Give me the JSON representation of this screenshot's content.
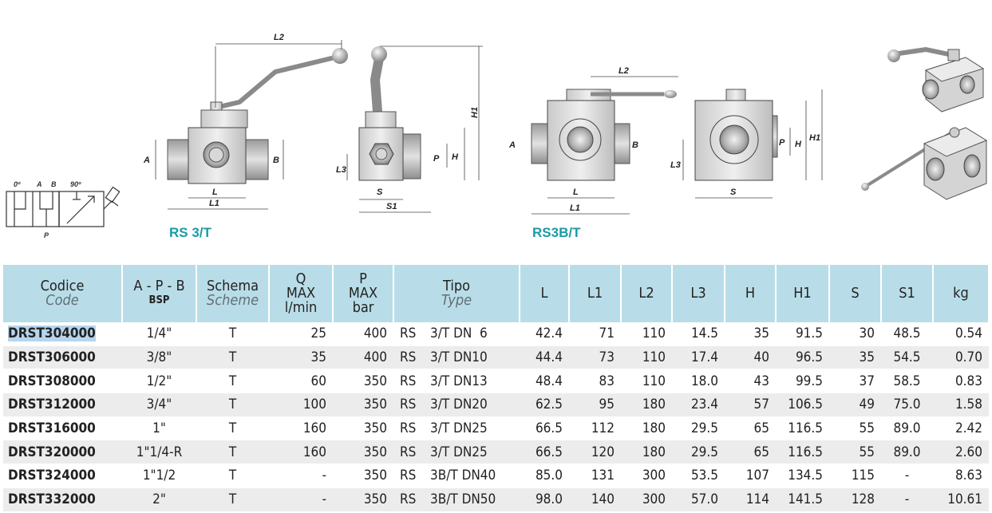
{
  "drawings": {
    "captions": {
      "rs3t": "RS 3/T",
      "rs3bt": "RS3B/T"
    },
    "schematic_labels": {
      "deg0": "0º",
      "a": "A",
      "b": "B",
      "deg90": "90º",
      "p": "P"
    },
    "dimension_labels": {
      "l": "L",
      "l1": "L1",
      "l2": "L2",
      "l3": "L3",
      "h": "H",
      "h1": "H1",
      "s": "S",
      "s1": "S1",
      "a": "A",
      "b": "B",
      "p": "P"
    }
  },
  "table": {
    "headers": {
      "code": {
        "main": "Codice",
        "sub": "Code"
      },
      "apb": {
        "main": "A - P - B",
        "sub": "BSP"
      },
      "scheme": {
        "main": "Schema",
        "sub": "Scheme"
      },
      "q": {
        "l1": "Q",
        "l2": "MAX",
        "l3": "l/min"
      },
      "p": {
        "l1": "P",
        "l2": "MAX",
        "l3": "bar"
      },
      "type": {
        "main": "Tipo",
        "sub": "Type"
      },
      "L": "L",
      "L1": "L1",
      "L2": "L2",
      "L3": "L3",
      "H": "H",
      "H1": "H1",
      "S": "S",
      "S1": "S1",
      "kg": "kg"
    },
    "rows": [
      {
        "code": "DRST304000",
        "apb": "1/4\"",
        "scheme": "T",
        "q": "25",
        "p": "400",
        "type_a": "RS",
        "type_b": "3/T DN  6",
        "L": "42.4",
        "L1": "71",
        "L2": "110",
        "L3": "14.5",
        "H": "35",
        "H1": "91.5",
        "S": "30",
        "S1": "48.5",
        "kg": "0.54"
      },
      {
        "code": "DRST306000",
        "apb": "3/8\"",
        "scheme": "T",
        "q": "35",
        "p": "400",
        "type_a": "RS",
        "type_b": "3/T DN10",
        "L": "44.4",
        "L1": "73",
        "L2": "110",
        "L3": "17.4",
        "H": "40",
        "H1": "96.5",
        "S": "35",
        "S1": "54.5",
        "kg": "0.70"
      },
      {
        "code": "DRST308000",
        "apb": "1/2\"",
        "scheme": "T",
        "q": "60",
        "p": "350",
        "type_a": "RS",
        "type_b": "3/T DN13",
        "L": "48.4",
        "L1": "83",
        "L2": "110",
        "L3": "18.0",
        "H": "43",
        "H1": "99.5",
        "S": "37",
        "S1": "58.5",
        "kg": "0.83"
      },
      {
        "code": "DRST312000",
        "apb": "3/4\"",
        "scheme": "T",
        "q": "100",
        "p": "350",
        "type_a": "RS",
        "type_b": "3/T DN20",
        "L": "62.5",
        "L1": "95",
        "L2": "180",
        "L3": "23.4",
        "H": "57",
        "H1": "106.5",
        "S": "49",
        "S1": "75.0",
        "kg": "1.58"
      },
      {
        "code": "DRST316000",
        "apb": "1\"",
        "scheme": "T",
        "q": "160",
        "p": "350",
        "type_a": "RS",
        "type_b": "3/T DN25",
        "L": "66.5",
        "L1": "112",
        "L2": "180",
        "L3": "29.5",
        "H": "65",
        "H1": "116.5",
        "S": "55",
        "S1": "89.0",
        "kg": "2.42"
      },
      {
        "code": "DRST320000",
        "apb": "1\"1/4-R",
        "scheme": "T",
        "q": "160",
        "p": "350",
        "type_a": "RS",
        "type_b": "3/T DN25",
        "L": "66.5",
        "L1": "120",
        "L2": "180",
        "L3": "29.5",
        "H": "65",
        "H1": "116.5",
        "S": "55",
        "S1": "89.0",
        "kg": "2.60"
      },
      {
        "code": "DRST324000",
        "apb": "1\"1/2",
        "scheme": "T",
        "q": "-",
        "p": "350",
        "type_a": "RS",
        "type_b": "3B/T DN40",
        "L": "85.0",
        "L1": "131",
        "L2": "300",
        "L3": "53.5",
        "H": "107",
        "H1": "134.5",
        "S": "115",
        "S1": "-",
        "kg": "8.63"
      },
      {
        "code": "DRST332000",
        "apb": "2\"",
        "scheme": "T",
        "q": "-",
        "p": "350",
        "type_a": "RS",
        "type_b": "3B/T DN50",
        "L": "98.0",
        "L1": "140",
        "L2": "300",
        "L3": "57.0",
        "H": "114",
        "H1": "141.5",
        "S": "128",
        "S1": "-",
        "kg": "10.61"
      }
    ]
  }
}
